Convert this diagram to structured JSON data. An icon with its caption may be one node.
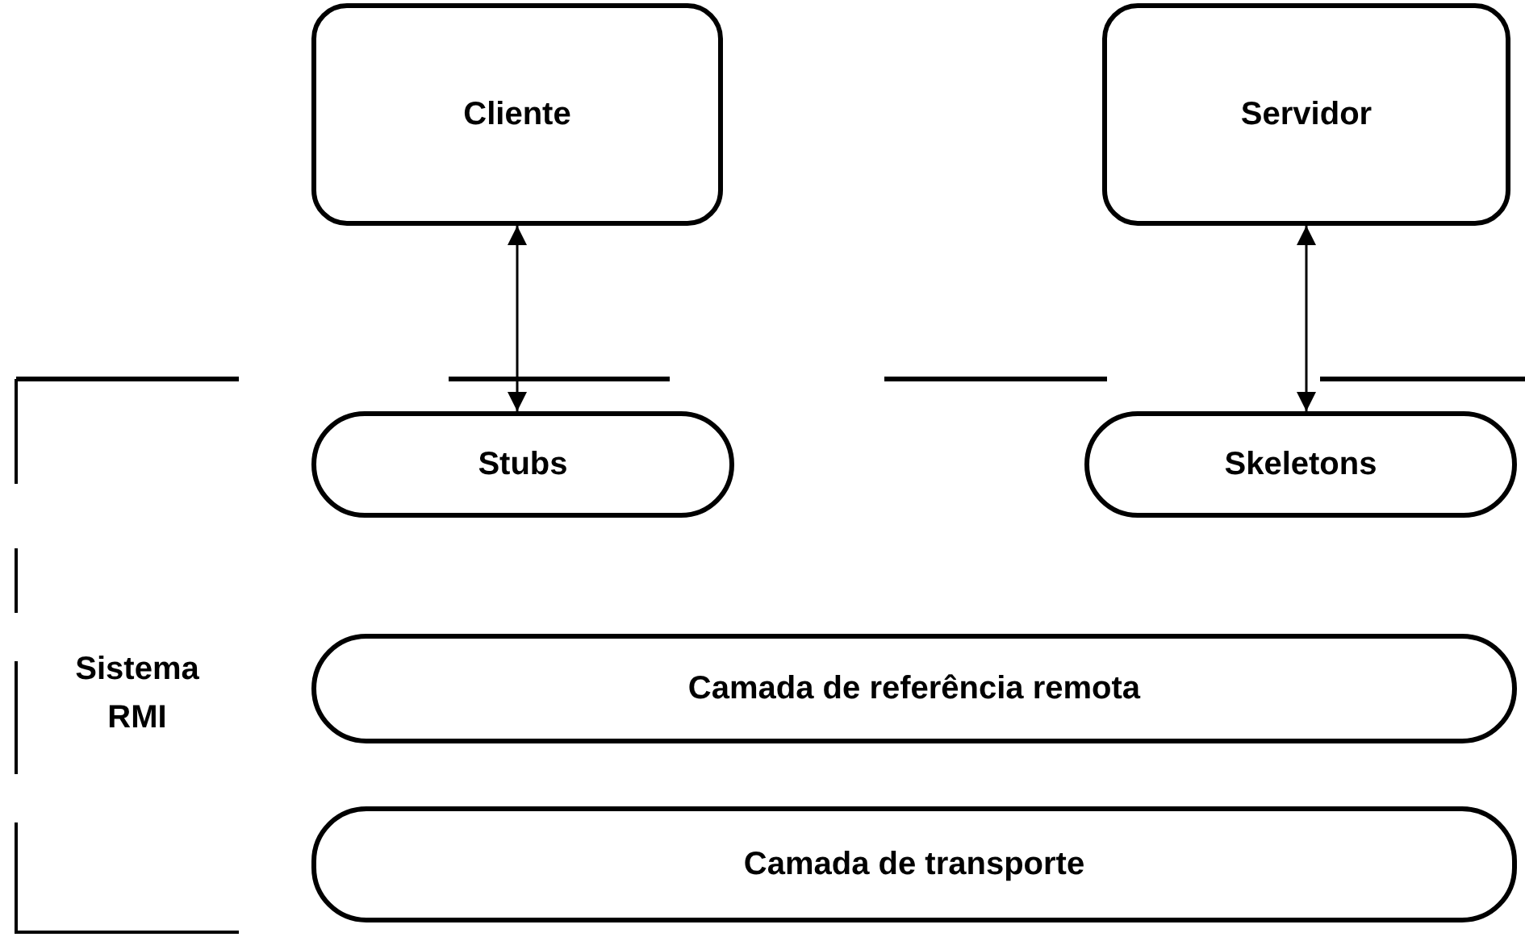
{
  "diagram": {
    "nodes": [
      {
        "text": [
          "Cliente"
        ]
      },
      {
        "text": [
          "Servidor"
        ]
      },
      {
        "text": [
          "Stubs"
        ]
      },
      {
        "text": [
          "Skeletons"
        ]
      },
      {
        "text": [
          "Camada de referência remota"
        ]
      },
      {
        "text": [
          "Camada de transporte"
        ]
      }
    ],
    "edges": [
      {
        "from": 0,
        "to": 2,
        "arrow": "both"
      },
      {
        "from": 1,
        "to": 3,
        "arrow": "both"
      }
    ],
    "labels": [
      "Sistema RMI"
    ]
  }
}
